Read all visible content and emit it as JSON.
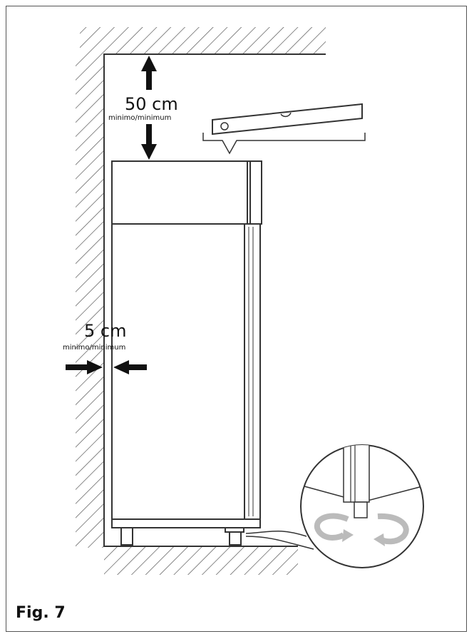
{
  "figure": {
    "caption": "Fig. 7",
    "top_clearance": {
      "value": "50 cm",
      "note": "minimo/minimum"
    },
    "side_clearance": {
      "value": "5 cm",
      "note": "minimo/minimum"
    }
  },
  "colors": {
    "line": "#333333",
    "hatch": "#555555",
    "arrow": "#111111",
    "light": "#888888",
    "rotate_arrows": "#bbbbbb"
  }
}
